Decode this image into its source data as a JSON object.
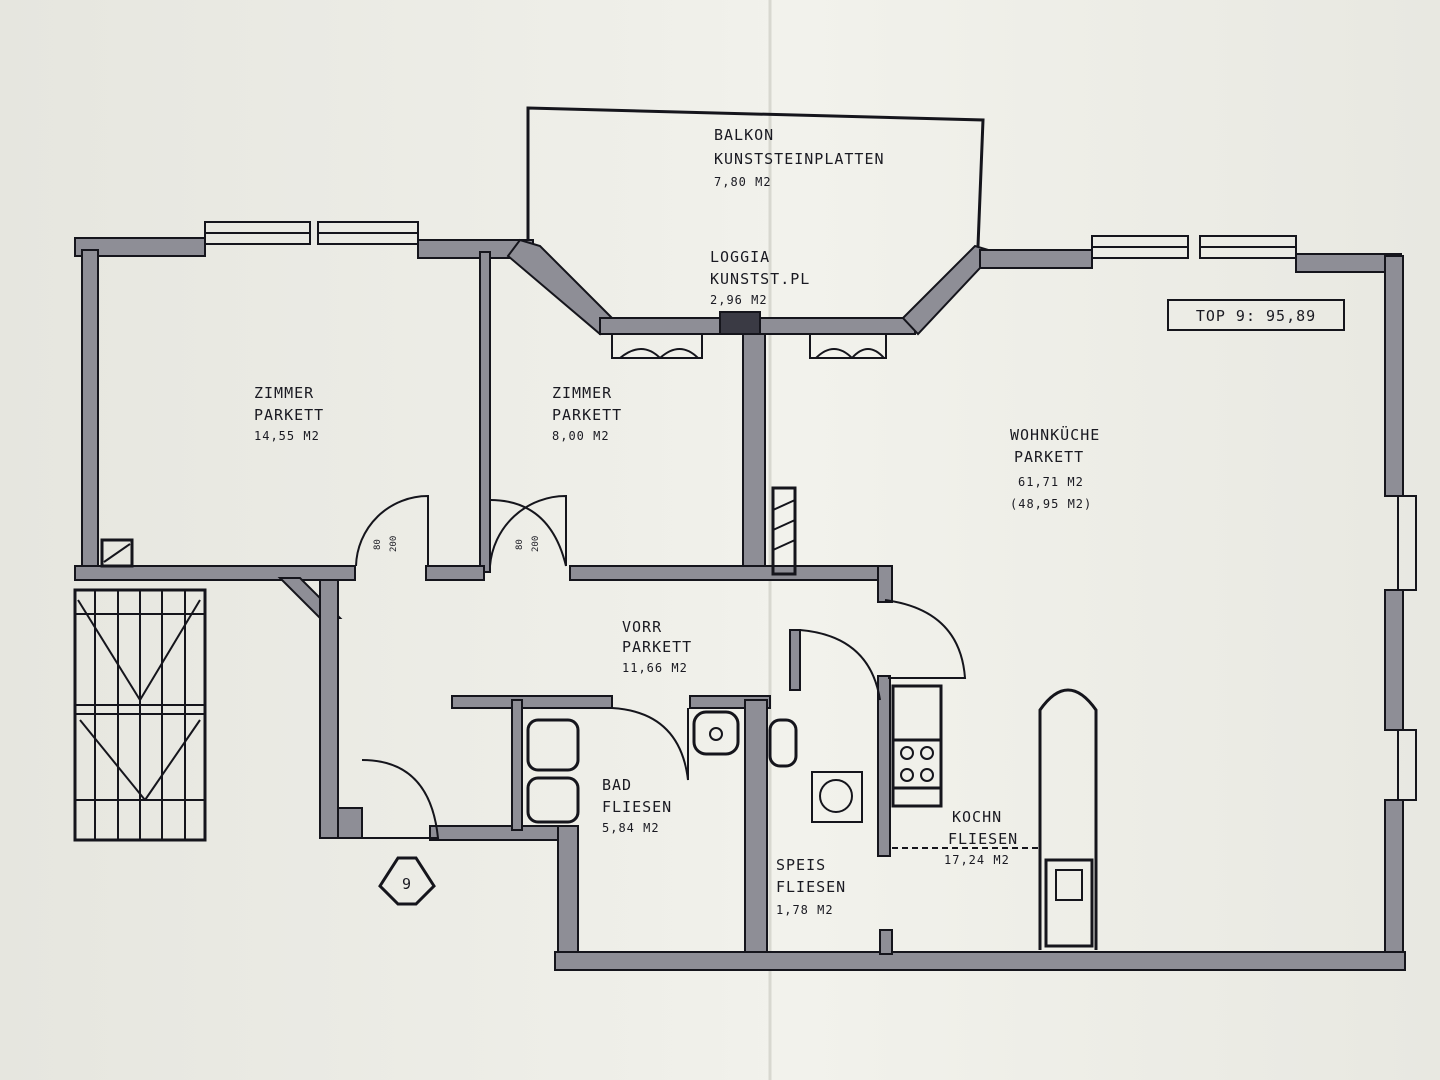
{
  "plan": {
    "top_label": "TOP 9: 95,89",
    "unit_marker": "9",
    "rooms": [
      {
        "id": "balkon",
        "name": "BALKON",
        "floor": "KUNSTSTEINPLATTEN",
        "area": "7,80 M2"
      },
      {
        "id": "loggia",
        "name": "LOGGIA",
        "floor": "KUNSTST.PL",
        "area": "2,96 M2"
      },
      {
        "id": "zimmer1",
        "name": "ZIMMER",
        "floor": "PARKETT",
        "area": "14,55 M2"
      },
      {
        "id": "zimmer2",
        "name": "ZIMMER",
        "floor": "PARKETT",
        "area": "8,00 M2"
      },
      {
        "id": "wohnkueche",
        "name": "WOHNKÜCHE",
        "floor": "PARKETT",
        "area": "61,71 M2",
        "area2": "(48,95 M2)"
      },
      {
        "id": "vorr",
        "name": "VORR",
        "floor": "PARKETT",
        "area": "11,66 M2"
      },
      {
        "id": "bad",
        "name": "BAD",
        "floor": "FLIESEN",
        "area": "5,84 M2"
      },
      {
        "id": "speis",
        "name": "SPEIS",
        "floor": "FLIESEN",
        "area": "1,78 M2"
      },
      {
        "id": "kochn",
        "name": "KOCHN",
        "floor": "FLIESEN",
        "area": "17,24 M2"
      }
    ],
    "door_dims": [
      {
        "w": "80",
        "h": "200"
      },
      {
        "w": "80",
        "h": "200"
      }
    ]
  }
}
